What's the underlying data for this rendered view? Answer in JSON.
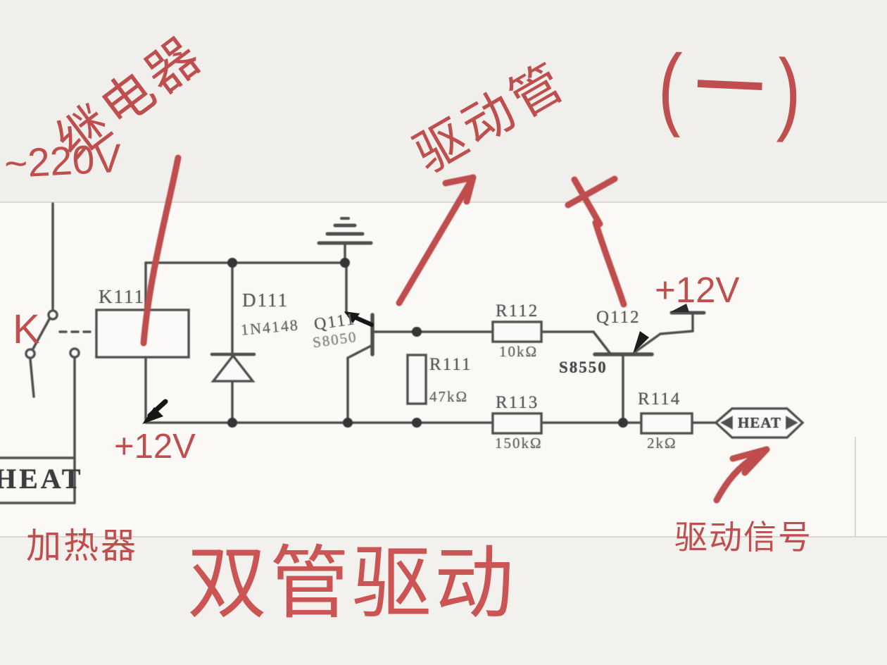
{
  "colors": {
    "annotation_red": "#bf4e4e",
    "caption_red": "#cb5555",
    "ink_gray": "#4f4f4f"
  },
  "handwriting": {
    "mains_voltage": "~220V",
    "switch": "K",
    "relay_note": "继电器",
    "driver_note": "驱动管",
    "page_mark": "(一)",
    "supply_left": "+12V",
    "supply_right": "+12V",
    "heater": "加热器",
    "drive_signal": "驱动信号",
    "caption": "双管驱动"
  },
  "components": {
    "relay": {
      "ref": "K111"
    },
    "flyback_diode": {
      "ref": "D111",
      "part": "1N4148"
    },
    "q111": {
      "ref": "Q111",
      "part": "S8050"
    },
    "q112": {
      "ref": "Q112",
      "part": "S8550"
    },
    "r111": {
      "ref": "R111",
      "value": "47kΩ"
    },
    "r112": {
      "ref": "R112",
      "value": "10kΩ"
    },
    "r113": {
      "ref": "R113",
      "value": "150kΩ"
    },
    "r114": {
      "ref": "R114",
      "value": "2kΩ"
    },
    "heater_box": {
      "label": "HEAT"
    },
    "signal_tag": {
      "label": "HEAT"
    }
  }
}
